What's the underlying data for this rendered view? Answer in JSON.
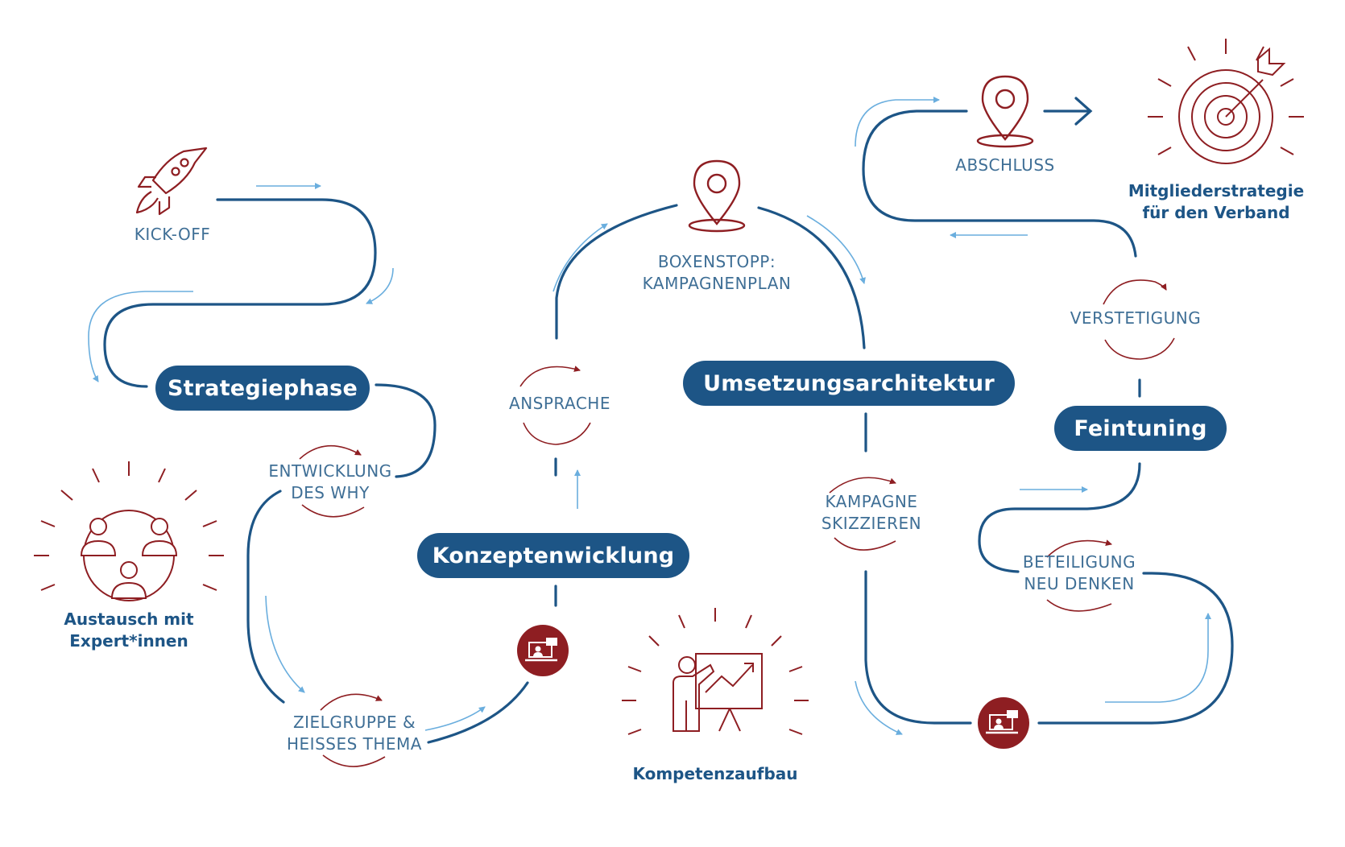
{
  "colors": {
    "navy": "#1d5586",
    "light_blue": "#6aaede",
    "red": "#8e1e22",
    "pill_bg": "#1d5586",
    "step_text": "#3f6f96",
    "result_text": "#1d5586"
  },
  "phases": {
    "strategie": "Strategiephase",
    "konzept": "Konzeptenwicklung",
    "umsetzung": "Umsetzungsarchitektur",
    "feintuning": "Feintuning"
  },
  "steps": {
    "kick_off": [
      "KICK-OFF"
    ],
    "entwicklung": [
      "ENTWICKLUNG",
      "DES WHY"
    ],
    "zielgruppe": [
      "ZIELGRUPPE &",
      "HEISSES THEMA"
    ],
    "ansprache": [
      "ANSPRACHE"
    ],
    "boxenstopp": [
      "BOXENSTOPP:",
      "KAMPAGNENPLAN"
    ],
    "kampagne": [
      "KAMPAGNE",
      "SKIZZIEREN"
    ],
    "abschluss": [
      "ABSCHLUSS"
    ],
    "verstetigung": [
      "VERSTETIGUNG"
    ],
    "beteiligung": [
      "BETEILIGUNG",
      "NEU DENKEN"
    ]
  },
  "outcomes": {
    "austausch": [
      "Austausch mit",
      "Expert*innen"
    ],
    "kompetenz": [
      "Kompetenzaufbau"
    ],
    "mitglieder": [
      "Mitgliederstrategie",
      "für den Verband"
    ]
  },
  "icons": {
    "kick_off": "rocket-icon",
    "austausch": "people-group-icon",
    "boxenstopp": "location-pin-icon",
    "abschluss": "location-pin-icon",
    "kompetenz": "presentation-board-icon",
    "mitglieder": "target-arrow-icon",
    "webinar": "online-meeting-icon"
  }
}
